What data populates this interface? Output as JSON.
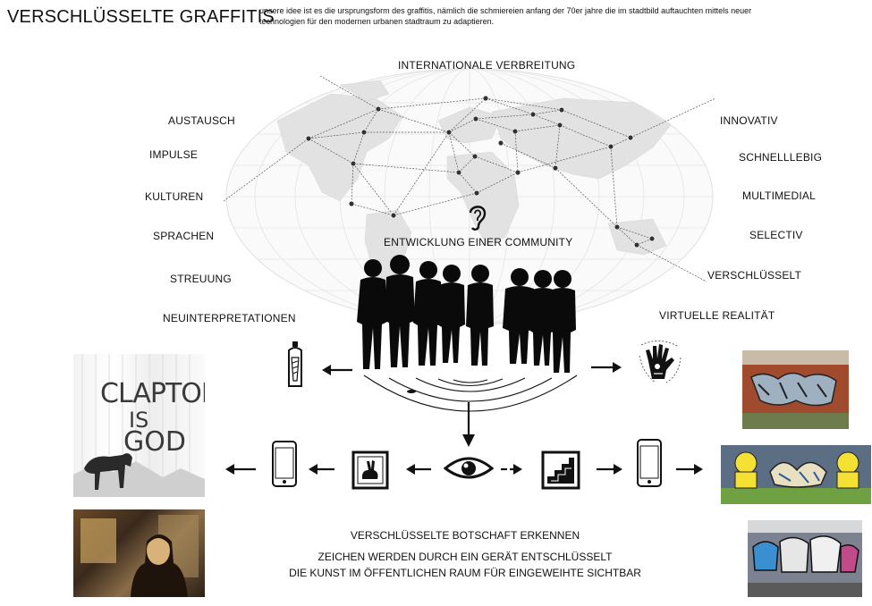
{
  "header": {
    "title": "VERSCHLÜSSELTE GRAFFITIS",
    "intro": "unsere idee ist es die ursprungsform des graffitis, nämlich die schmiereien anfang der 70er jahre die im stadtbild auftauchten mittels neuer technologien für den modernen urbanen stadtraum zu adaptieren."
  },
  "map": {
    "top_label": "INTERNATIONALE VERBREITUNG",
    "community_label": "ENTWICKLUNG EINER COMMUNITY"
  },
  "left_terms": [
    "AUSTAUSCH",
    "IMPULSE",
    "KULTUREN",
    "SPRACHEN",
    "STREUUNG",
    "NEUINTERPRETATIONEN"
  ],
  "right_terms": [
    "INNOVATIV",
    "SCHNELLLEBIG",
    "MULTIMEDIAL",
    "SELECTIV",
    "VERSCHLÜSSELT",
    "VIRTUELLE REALITÄT"
  ],
  "photos": {
    "clapton_line1": "CLAPTON",
    "clapton_line2": "IS",
    "clapton_line3": "GOD"
  },
  "bottom": {
    "line1": "VERSCHLÜSSELTE BOTSCHAFT ERKENNEN",
    "line2": "ZEICHEN WERDEN DURCH EIN GERÄT ENTSCHLÜSSELT",
    "line3": "DIE KUNST IM ÖFFENTLICHEN RAUM FÜR EINGEWEIHTE SICHTBAR"
  },
  "colors": {
    "map_fill": "#e6e6e6",
    "map_grid": "#dcdcdc",
    "ink": "#111111"
  },
  "icons": [
    "ear-icon",
    "spray-can-icon",
    "hand-icon",
    "eye-icon",
    "phone-icon",
    "rabbit-icon",
    "stairs-icon",
    "arrow-icon"
  ]
}
